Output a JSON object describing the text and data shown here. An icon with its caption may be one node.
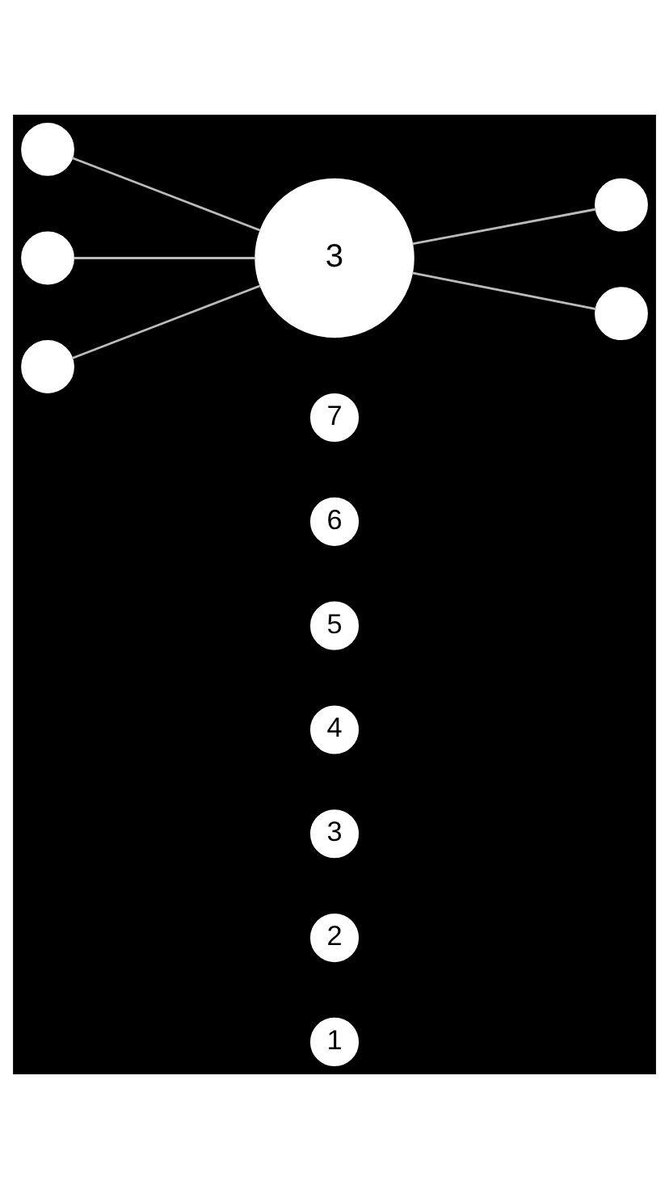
{
  "diagram": {
    "nodes": [
      {
        "text": [
          "3"
        ]
      },
      {
        "text": [],
        "shape": "circle"
      },
      {
        "text": [],
        "shape": "circle"
      },
      {
        "text": [],
        "shape": "circle"
      },
      {
        "text": [],
        "shape": "circle"
      },
      {
        "text": [],
        "shape": "circle"
      },
      {
        "text": [
          "7"
        ]
      },
      {
        "text": [
          "6"
        ]
      },
      {
        "text": [
          "5"
        ]
      },
      {
        "text": [
          "4"
        ]
      },
      {
        "text": [
          "3"
        ]
      },
      {
        "text": [
          "2"
        ]
      },
      {
        "text": [
          "1"
        ]
      }
    ],
    "edges": [
      {
        "from": 1,
        "to": 0,
        "arrow": "none"
      },
      {
        "from": 2,
        "to": 0,
        "arrow": "none"
      },
      {
        "from": 3,
        "to": 0,
        "arrow": "none"
      },
      {
        "from": 0,
        "to": 4,
        "arrow": "none"
      },
      {
        "from": 0,
        "to": 5,
        "arrow": "none"
      }
    ]
  }
}
